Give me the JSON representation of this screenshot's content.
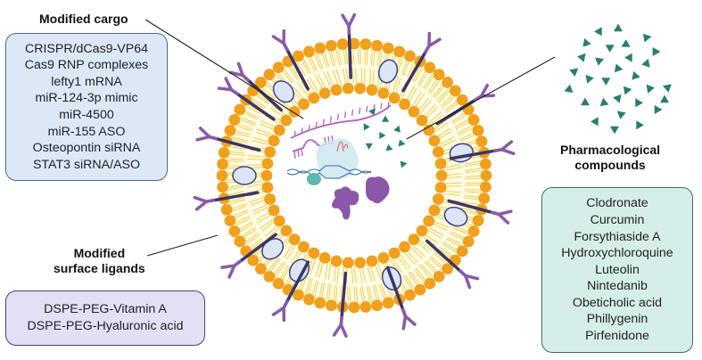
{
  "labels": {
    "modified_cargo": "Modified cargo",
    "modified_surface_ligands": [
      "Modified",
      "surface ligands"
    ],
    "pharmacological_compounds": [
      "Pharmacological",
      "compounds"
    ]
  },
  "cargo_box": {
    "items": [
      "CRISPR/dCas9-VP64",
      "Cas9 RNP complexes",
      "lefty1 mRNA",
      "miR-124-3p mimic",
      "miR-4500",
      "miR-155 ASO",
      "Osteopontin siRNA",
      "STAT3 siRNA/ASO"
    ]
  },
  "ligand_box": {
    "items": [
      "DSPE-PEG-Vitamin A",
      "DSPE-PEG-Hyaluronic acid"
    ]
  },
  "pharma_box": {
    "items": [
      "Clodronate",
      "Curcumin",
      "Forsythiaside A",
      "Hydroxychloroquine",
      "Luteolin",
      "Nintedanib",
      "Obeticholic acid",
      "Phillygenin",
      "Pirfenidone"
    ]
  },
  "colors": {
    "lipid_head": "#f0a01c",
    "lipid_tail": "#f2cf4a",
    "ligand_stalk": "#3b3568",
    "ligand_y": "#8a5aa8",
    "protein_fill": "#dde6f7",
    "protein_stroke": "#3c3f86",
    "drug_triangle": "#2a7e70",
    "rna": "#b66cc2",
    "cargo_box_bg": "#dce8f6",
    "ligand_box_bg": "#e3e0f6",
    "pharma_box_bg": "#d6eeea"
  }
}
